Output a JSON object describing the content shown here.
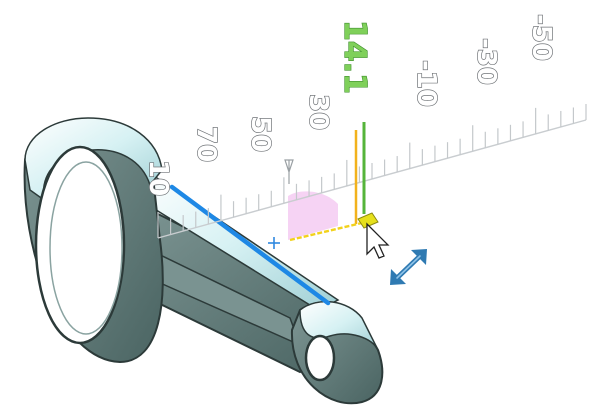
{
  "ruler": {
    "live_value": "14.1",
    "labels": [
      "10",
      "70",
      "50",
      "30",
      "10",
      "30",
      "50"
    ],
    "label_signs": [
      "",
      "",
      "",
      "",
      "-",
      "-",
      "-"
    ]
  },
  "colors": {
    "part_fill": "#5f7a78",
    "part_face": "#d8eef0",
    "selected_edge": "#1e88e5",
    "live_line": "#55b43a",
    "reference_line": "#f2b21c",
    "preview_line": "#f2d21c",
    "handle": "#e6e01c",
    "origin_marker": "#2f88e0",
    "preview_plane": "#f3c4f0",
    "resize_icon": "#2f7ab2"
  },
  "icons": {
    "cursor": "arrow-cursor-icon",
    "resize": "diagonal-resize-icon",
    "origin": "origin-plus-icon"
  }
}
